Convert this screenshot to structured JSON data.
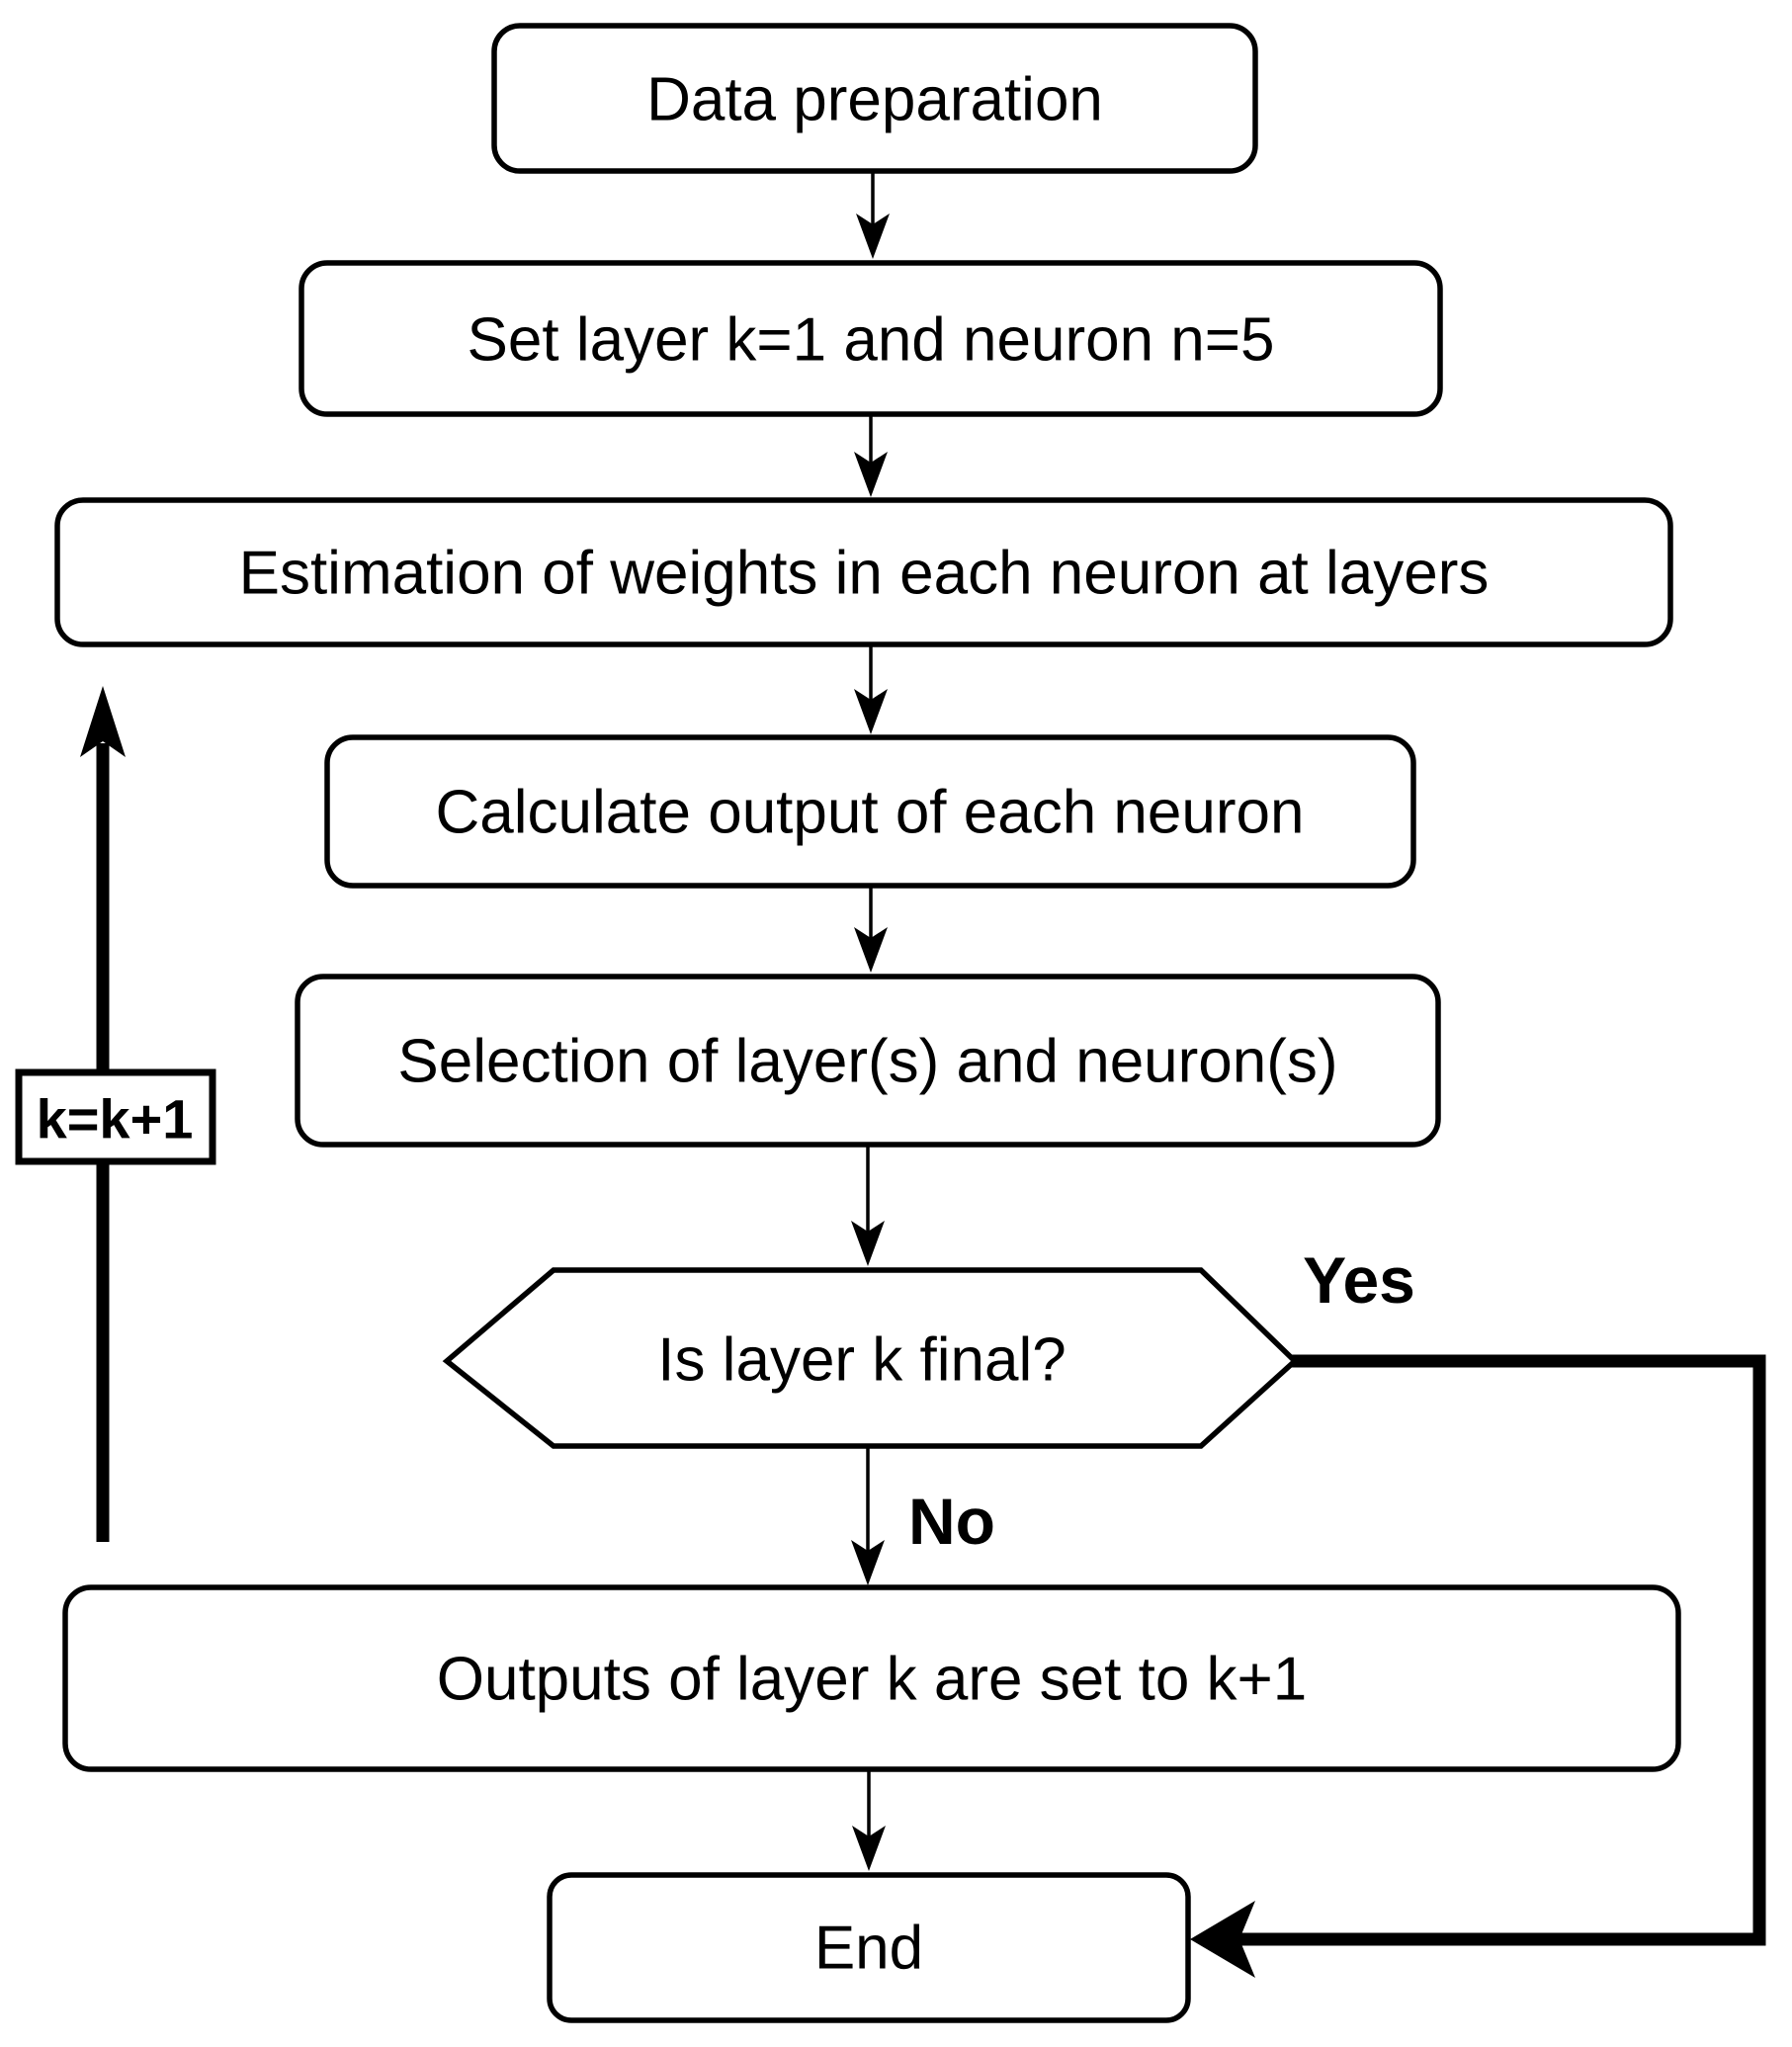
{
  "flowchart": {
    "background": "#ffffff",
    "stroke_color": "#000000",
    "node_fill": "#ffffff",
    "nodes": {
      "data_preparation": "Data preparation",
      "set_layer": "Set layer k=1 and neuron n=5",
      "estimation": "Estimation of weights in each neuron at layers",
      "calculate": "Calculate output of each neuron",
      "selection": "Selection of layer(s) and neuron(s)",
      "decision": "Is layer k final?",
      "outputs": "Outputs of layer k are set to k+1",
      "end": "End",
      "loop_counter": "k=k+1"
    },
    "branch_labels": {
      "yes": "Yes",
      "no": "No"
    }
  }
}
